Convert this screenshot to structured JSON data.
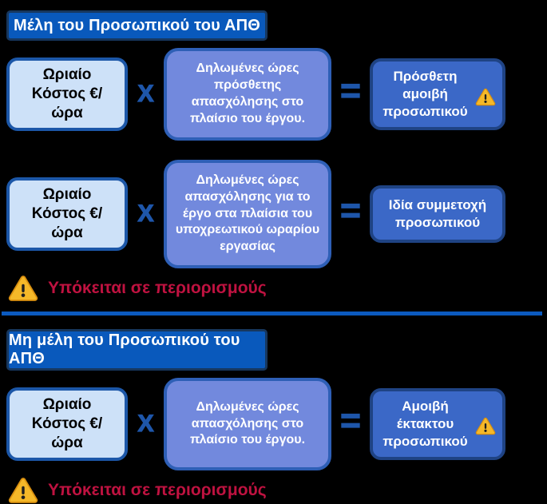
{
  "colors": {
    "background": "#000000",
    "header_fill": "#0959BC",
    "header_border": "#17375E",
    "header_text": "#FFFFFF",
    "light_box_fill": "#CDE1F8",
    "light_box_border": "#1C57A8",
    "light_box_text": "#000000",
    "mid_box_fill": "#7289DD",
    "mid_box_border": "#2E5FB6",
    "mid_box_text": "#FFFFFF",
    "result_box_fill": "#3B68C7",
    "result_box_border": "#1F4384",
    "result_box_text": "#FFFFFF",
    "operator": "#1E56AA",
    "note_text": "#BF1240",
    "divider": "#0B5ABF",
    "warning_fill": "#F5B829",
    "warning_border": "#D98F0F"
  },
  "operators": {
    "multiply": "X",
    "equals": "="
  },
  "icons": {
    "warning": "⚠"
  },
  "sections": [
    {
      "header": "Μέλη του Προσωπικού του ΑΠΘ",
      "rows": [
        {
          "factor1": "Ωριαίο Κόστος €/ώρα",
          "factor2": "Δηλωμένες ώρες πρόσθετης απασχόλησης στο πλαίσιο του έργου.",
          "result": "Πρόσθετη αμοιβή προσωπικού",
          "has_warning": true
        },
        {
          "factor1": "Ωριαίο Κόστος €/ώρα",
          "factor2": "Δηλωμένες ώρες απασχόλησης για το έργο στα πλαίσια του υποχρεωτικού ωραρίου εργασίας",
          "result": "Ιδία συμμετοχή προσωπικού",
          "has_warning": false
        }
      ],
      "note": "Υπόκειται σε περιορισμούς"
    },
    {
      "header": "Μη μέλη του Προσωπικού του ΑΠΘ",
      "rows": [
        {
          "factor1": "Ωριαίο Κόστος €/ώρα",
          "factor2": "Δηλωμένες ώρες απασχόλησης στο πλαίσιο του έργου.",
          "result": "Αμοιβή έκτακτου προσωπικού",
          "has_warning": true
        }
      ],
      "note": "Υπόκειται σε περιορισμούς"
    }
  ]
}
